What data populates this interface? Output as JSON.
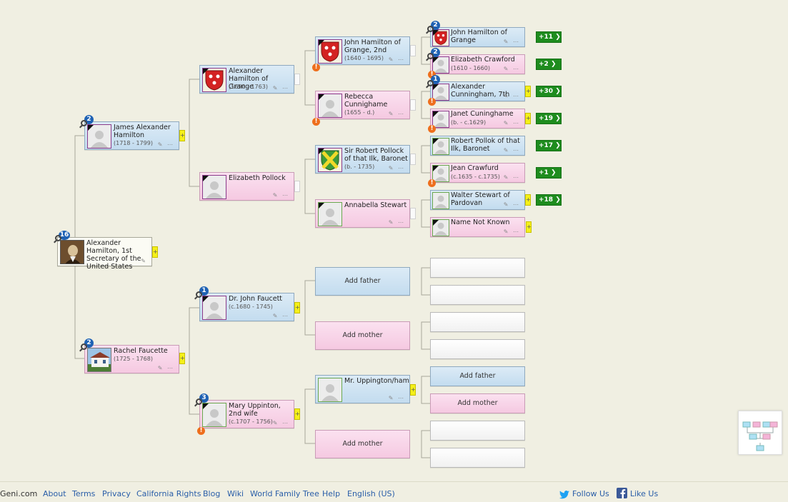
{
  "people": {
    "root": {
      "name": "Alexander Hamilton, 1st Secretary of the United States",
      "badge": "16"
    },
    "james": {
      "name": "James Alexander Hamilton",
      "dates": "(1718 - 1799)",
      "badge": "2"
    },
    "rachel": {
      "name": "Rachel Faucette",
      "dates": "(1725 - 1768)",
      "badge": "2"
    },
    "alex_grange": {
      "name": "Alexander Hamilton of Grange",
      "dates": "(1690 - 1763)"
    },
    "eliz_pollock": {
      "name": "Elizabeth Pollock",
      "dates": ""
    },
    "dr_faucett": {
      "name": "Dr. John Faucett",
      "dates": "(c.1680 - 1745)",
      "badge": "1"
    },
    "mary_uppinton": {
      "name": "Mary Uppinton, 2nd wife",
      "dates": "(c.1707 - 1756)",
      "badge": "3"
    },
    "john_grange2": {
      "name": "John Hamilton of Grange, 2nd",
      "dates": "(1640 - 1695)"
    },
    "rebecca": {
      "name": "Rebecca Cunnighame",
      "dates": "(1655 - d.)"
    },
    "sir_robert": {
      "name": "Sir Robert Pollock of that Ilk, Baronet",
      "dates": "(b. - 1735)"
    },
    "annabella": {
      "name": "Annabella Stewart",
      "dates": ""
    },
    "mr_uppington": {
      "name": "Mr. Uppington/ham",
      "dates": ""
    },
    "john_grange": {
      "name": "John Hamilton of Grange",
      "badge": "2",
      "more": "+11"
    },
    "eliz_crawford": {
      "name": "Elizabeth Crawford",
      "dates": "(1610 - 1660)",
      "badge": "2",
      "more": "+2"
    },
    "alex_cunn": {
      "name": "Alexander Cunningham, 7th",
      "badge": "1",
      "more": "+30"
    },
    "janet": {
      "name": "Janet Cuninghame",
      "dates": "(b. - c.1629)",
      "more": "+19"
    },
    "robert_pollok": {
      "name": "Robert Pollok of that Ilk, Baronet",
      "more": "+17"
    },
    "jean": {
      "name": "Jean Crawfurd",
      "dates": "(c.1635 - c.1735)",
      "more": "+1"
    },
    "walter": {
      "name": "Walter Stewart of Pardovan",
      "more": "+18"
    },
    "unknown": {
      "name": "Name Not Known"
    }
  },
  "add": {
    "father": "Add father",
    "mother": "Add mother"
  },
  "footer": {
    "brand": "Geni.com",
    "links": [
      "About",
      "Terms",
      "Privacy",
      "California Rights",
      "Blog",
      "Wiki",
      "World Family Tree",
      "Help",
      "English (US)"
    ],
    "follow": "Follow Us",
    "like": "Like Us"
  },
  "colors": {
    "male": "#c3dcef",
    "female": "#f5c9e1",
    "badge": "#1f62b4",
    "more": "#1e8c1e",
    "warn": "#ee6e1c",
    "expand": "#f5f01a"
  }
}
